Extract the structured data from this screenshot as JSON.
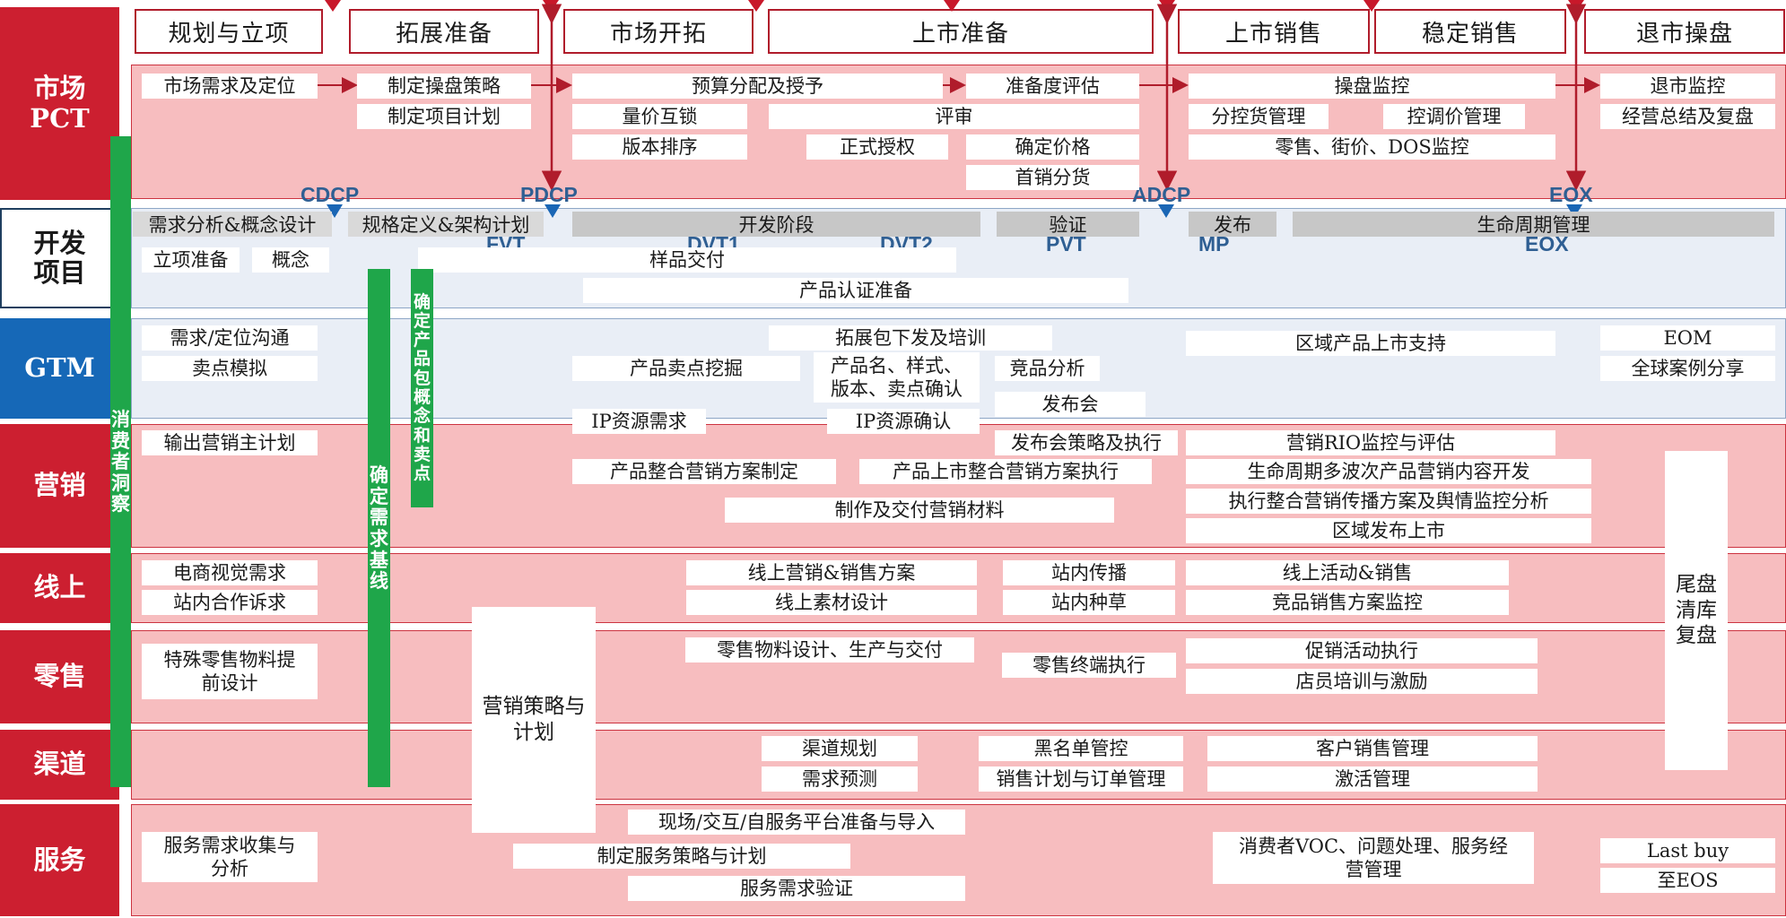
{
  "phases": [
    "规划与立项",
    "拓展准备",
    "市场开拓",
    "上市准备",
    "上市销售",
    "稳定销售",
    "退市操盘"
  ],
  "rows": {
    "market_pct": "市场\nPCT",
    "dev": "开发\n项目",
    "gtm": "GTM",
    "marketing": "营销",
    "online": "线上",
    "retail": "零售",
    "channel": "渠道",
    "service": "服务"
  },
  "milestones_top": [
    "CDCP",
    "PDCP",
    "ADCP",
    "EOX"
  ],
  "milestones_bottom": [
    "FVT",
    "DVT1",
    "DVT2",
    "PVT",
    "MP",
    "EOX"
  ],
  "vertical_bars": {
    "consumer_insight": "消费者洞察",
    "requirement_baseline": "确定需求基线",
    "product_package": "确定产品包概念和卖点",
    "tail_clearance": "尾盘清库复盘",
    "strategy_plan": "营销策略与\n计划"
  },
  "market_pct": {
    "demand_positioning": "市场需求及定位",
    "ops_strategy": "制定操盘策略",
    "project_plan": "制定项目计划",
    "budget_allocation": "预算分配及授予",
    "readiness": "准备度评估",
    "ops_monitor": "操盘监控",
    "exit_monitor": "退市监控",
    "price_volume_lock": "量价互锁",
    "review": "评审",
    "dist_goods_mgmt": "分控货管理",
    "price_control": "控调价管理",
    "ops_summary": "经营总结及复盘",
    "version_sorting": "版本排序",
    "formal_auth": "正式授权",
    "confirm_price": "确定价格",
    "retail_dos": "零售、街价、DOS监控",
    "first_sale": "首销分货"
  },
  "dev": {
    "req_analysis": "需求分析&概念设计",
    "spec_arch": "规格定义&架构计划",
    "dev_stage": "开发阶段",
    "verify": "验证",
    "release": "发布",
    "lifecycle": "生命周期管理",
    "project_prep": "立项准备",
    "concept": "概念",
    "sample_delivery": "样品交付",
    "cert_prep": "产品认证准备"
  },
  "gtm": {
    "req_communication": "需求/定位沟通",
    "selling_simulation": "卖点模拟",
    "expansion_training": "拓展包下发及培训",
    "regional_support": "区域产品上市支持",
    "eom": "EOM",
    "selling_mining": "产品卖点挖掘",
    "name_style_confirm": "产品名、样式、\n版本、卖点确认",
    "competitor_analysis": "竞品分析",
    "global_cases": "全球案例分享",
    "launch_event": "发布会",
    "ip_demand": "IP资源需求",
    "ip_confirm": "IP资源确认"
  },
  "marketing": {
    "master_plan": "输出营销主计划",
    "launch_strategy": "发布会策略及执行",
    "rio_monitor": "营销RIO监控与评估",
    "integrated_plan": "产品整合营销方案制定",
    "integrated_exec": "产品上市整合营销方案执行",
    "lifecycle_content": "生命周期多波次产品营销内容开发",
    "comm_monitor": "执行整合营销传播方案及舆情监控分析",
    "materials": "制作及交付营销材料",
    "regional_launch": "区域发布上市"
  },
  "online": {
    "ecom_visual": "电商视觉需求",
    "online_mkt_sales": "线上营销&销售方案",
    "onsite_spread": "站内传播",
    "online_activity": "线上活动&销售",
    "onsite_coop": "站内合作诉求",
    "online_material": "线上素材设计",
    "onsite_seeding": "站内种草",
    "competitor_monitor": "竞品销售方案监控"
  },
  "retail": {
    "special_material": "特殊零售物料提\n前设计",
    "material_production": "零售物料设计、生产与交付",
    "terminal_exec": "零售终端执行",
    "promotion": "促销活动执行",
    "staff_training": "店员培训与激励"
  },
  "channel": {
    "channel_plan": "渠道规划",
    "blacklist": "黑名单管控",
    "customer_sales": "客户销售管理",
    "demand_forecast": "需求预测",
    "sales_order": "销售计划与订单管理",
    "activation": "激活管理"
  },
  "service": {
    "demand_collection": "服务需求收集与\n分析",
    "platform_prep": "现场/交互/自服务平台准备与导入",
    "strategy_plan": "制定服务策略与计划",
    "demand_verify": "服务需求验证",
    "voc": "消费者VOC、问题处理、服务经\n营管理",
    "last_buy": "Last buy",
    "to_eos": "至EOS"
  },
  "colors": {
    "brand_red": "#cc1f30",
    "gtm_blue": "#1668b7",
    "band_pink": "#f7bdbf",
    "band_lightblue": "#e9eef6",
    "insight_green": "#1fa64a",
    "milestone_blue": "#2f5f93",
    "stage_gray": "#c7c7c7"
  }
}
